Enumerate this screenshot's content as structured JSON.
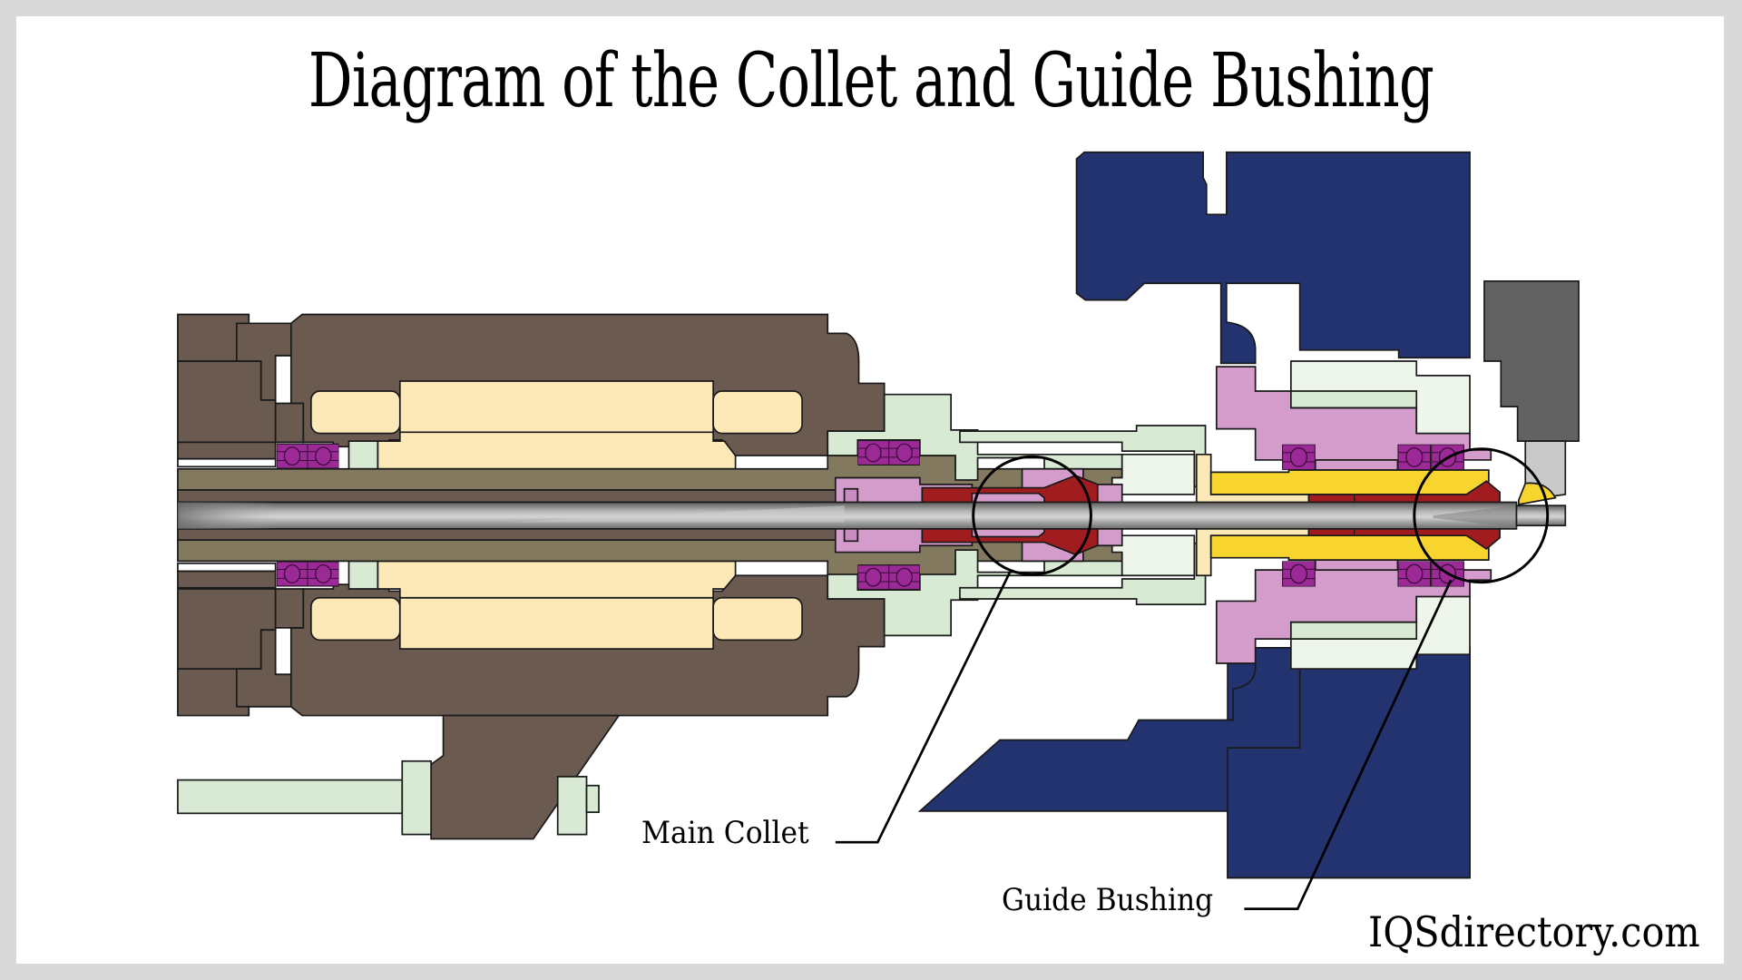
{
  "title": "Diagram of the Collet and Guide Bushing",
  "labels": {
    "main_collet": "Main Collet",
    "guide_bushing": "Guide Bushing"
  },
  "watermark": "IQSdirectory.com",
  "components": [
    {
      "name": "spindle-housing",
      "color": "#6b5a50"
    },
    {
      "name": "motor-stator",
      "color": "#fde9b8"
    },
    {
      "name": "spindle-shaft",
      "color": "#82795f"
    },
    {
      "name": "bearing",
      "color": "#9b2a96"
    },
    {
      "name": "collet-sleeve",
      "color": "#d39cca"
    },
    {
      "name": "main-collet",
      "color": "#a01c1f"
    },
    {
      "name": "collet-nut",
      "color": "#d8ead3"
    },
    {
      "name": "guide-bushing-holder",
      "color": "#233370"
    },
    {
      "name": "guide-bushing",
      "color": "#f7d52e"
    },
    {
      "name": "tool-holder",
      "color": "#626262"
    },
    {
      "name": "cutting-insert",
      "color": "#c9c9c9"
    },
    {
      "name": "bar-stock",
      "color": "#9c9c9c"
    }
  ],
  "colors": {
    "background": "#d9d9d9",
    "panel": "#ffffff",
    "housing": "#6b5a50",
    "stator": "#fde9b8",
    "shaft": "#82795f",
    "bearing": "#9b2a96",
    "sleeve": "#d39cca",
    "collet": "#a01c1f",
    "nut": "#d8ead3",
    "nut_light": "#eef6ec",
    "holder": "#233370",
    "bushing": "#f7d52e",
    "tool": "#626262",
    "insert": "#c9c9c9",
    "cream": "#fde9b8"
  }
}
